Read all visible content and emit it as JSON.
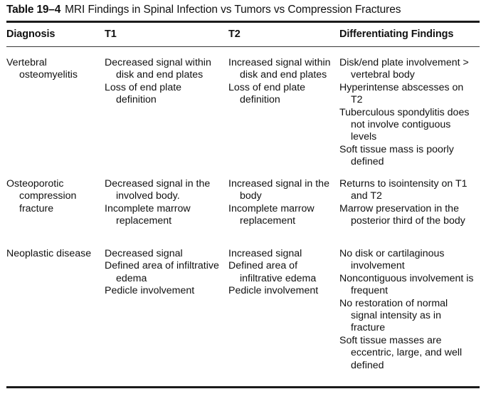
{
  "caption": {
    "number": "Table 19–4",
    "title": "MRI Findings in Spinal Infection vs Tumors vs Compression Fractures"
  },
  "table": {
    "headers": {
      "diagnosis": "Diagnosis",
      "t1": "T1",
      "t2": "T2",
      "findings": "Differentiating Findings"
    },
    "rows": [
      {
        "diagnosis": [
          "Vertebral osteomyelitis"
        ],
        "t1": [
          "Decreased signal within disk and end plates",
          "Loss of end plate definition"
        ],
        "t2": [
          "Increased signal within disk and end plates",
          "Loss of end plate definition"
        ],
        "findings": [
          "Disk/end plate involvement > vertebral body",
          "Hyperintense abscesses on T2",
          "Tuberculous spondylitis does not involve contiguous levels",
          "Soft tissue mass is poorly defined"
        ]
      },
      {
        "diagnosis": [
          "Osteoporotic compression fracture"
        ],
        "t1": [
          "Decreased signal in the involved body.",
          "Incomplete marrow replacement"
        ],
        "t2": [
          "Increased signal in the body",
          "Incomplete marrow replacement"
        ],
        "findings": [
          "Returns to isointensity on T1 and T2",
          "Marrow preservation in the posterior third of the body"
        ]
      },
      {
        "diagnosis": [
          "Neoplastic disease"
        ],
        "t1": [
          "Decreased signal",
          "Defined area of infiltrative edema",
          "Pedicle involvement"
        ],
        "t2": [
          "Increased signal",
          "Defined area of infiltrative edema",
          "Pedicle involvement"
        ],
        "findings": [
          "No disk or cartilaginous involvement",
          "Noncontiguous involvement is frequent",
          "No restoration of normal signal intensity as in fracture",
          "Soft tissue masses are eccentric, large, and well defined"
        ]
      }
    ]
  },
  "colors": {
    "rule": "#1b1b1b",
    "text": "#111111",
    "background": "#ffffff"
  }
}
